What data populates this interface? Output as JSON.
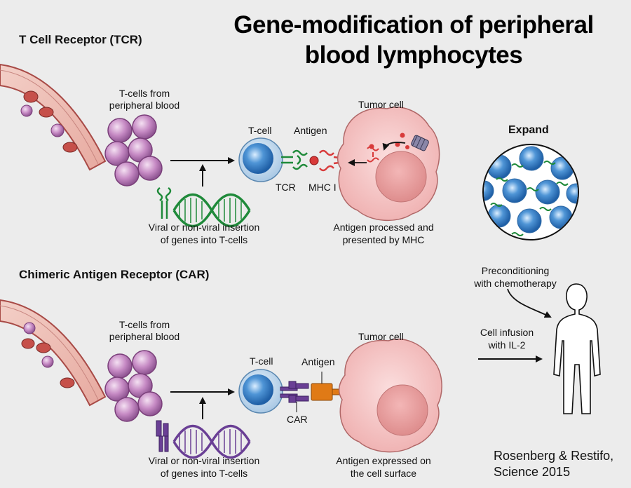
{
  "title_line1": "Gene-modification of peripheral",
  "title_line2": "blood lymphocytes",
  "tcr_panel": {
    "heading": "T Cell Receptor (TCR)",
    "tcells_line1": "T-cells from",
    "tcells_line2": "peripheral blood",
    "insertion_line1": "Viral or non-viral insertion",
    "insertion_line2": "of genes into T-cells",
    "tcell_label": "T-cell",
    "antigen_label": "Antigen",
    "tumor_label": "Tumor cell",
    "tcr_label": "TCR",
    "mhc_label": "MHC I",
    "caption_line1": "Antigen processed and",
    "caption_line2": "presented by MHC"
  },
  "car_panel": {
    "heading": "Chimeric Antigen Receptor (CAR)",
    "tcells_line1": "T-cells from",
    "tcells_line2": "peripheral blood",
    "insertion_line1": "Viral or non-viral insertion",
    "insertion_line2": "of genes into T-cells",
    "tcell_label": "T-cell",
    "antigen_label": "Antigen",
    "tumor_label": "Tumor cell",
    "car_label": "CAR",
    "caption_line1": "Antigen expressed on",
    "caption_line2": "the cell surface"
  },
  "expand_label": "Expand",
  "precond_line1": "Preconditioning",
  "precond_line2": "with chemotherapy",
  "infusion_line1": "Cell infusion",
  "infusion_line2": "with IL-2",
  "citation_line1": "Rosenberg & Restifo,",
  "citation_line2": "Science 2015",
  "colors": {
    "background": "#ececec",
    "tcell_blue": "#3f86c8",
    "tumor_pink": "#f2bcbc",
    "tcr_green": "#1f8a3a",
    "mhc_red": "#d83a3a",
    "car_purple": "#6a3f95",
    "antigen_orange": "#e07a16",
    "lymphocyte_purple": "#c088c0",
    "vessel_red": "#c0524e"
  },
  "icons": [
    "blood-vessel-icon",
    "lymphocyte-cluster-icon",
    "dna-helix-icon",
    "tcr-receptor-icon",
    "car-receptor-icon",
    "tumor-cell-icon",
    "proteasome-icon",
    "expanded-cells-icon",
    "human-silhouette-icon",
    "arrow-icon"
  ]
}
